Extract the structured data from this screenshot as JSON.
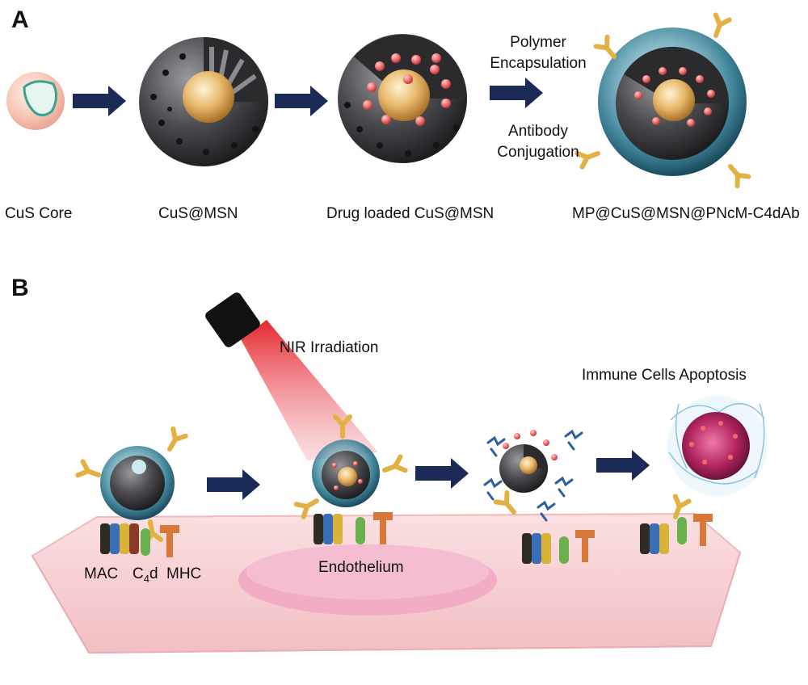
{
  "panel_a": {
    "letter": "A",
    "stages": [
      {
        "label": "CuS Core"
      },
      {
        "label": "CuS@MSN"
      },
      {
        "label": "Drug loaded CuS@MSN"
      },
      {
        "label": "MP@CuS@MSN@PNcM-C4dAb"
      }
    ],
    "step_labels": {
      "top_line1": "Polymer",
      "top_line2": "Encapsulation",
      "bottom_line1": "Antibody",
      "bottom_line2": "Conjugation"
    }
  },
  "panel_b": {
    "letter": "B",
    "nir_label": "NIR Irradiation",
    "apoptosis_label": "Immune Cells Apoptosis",
    "endothelium_label": "Endothelium",
    "receptor_labels": {
      "mac": "MAC",
      "c4d_prefix": "C",
      "c4d_subscript": "4",
      "c4d_suffix": "d",
      "mhc": "MHC"
    }
  },
  "colors": {
    "arrow": "#1c2a58",
    "shell_grey": "#4a4a4e",
    "core_gold": "#e8b86a",
    "drug_red": "#f26a6a",
    "polymer_teal": "#1f6f87",
    "antibody_yellow": "#e3b143",
    "endothelium_pink": "#f6c9cc",
    "laser_red": "#e31b23"
  }
}
